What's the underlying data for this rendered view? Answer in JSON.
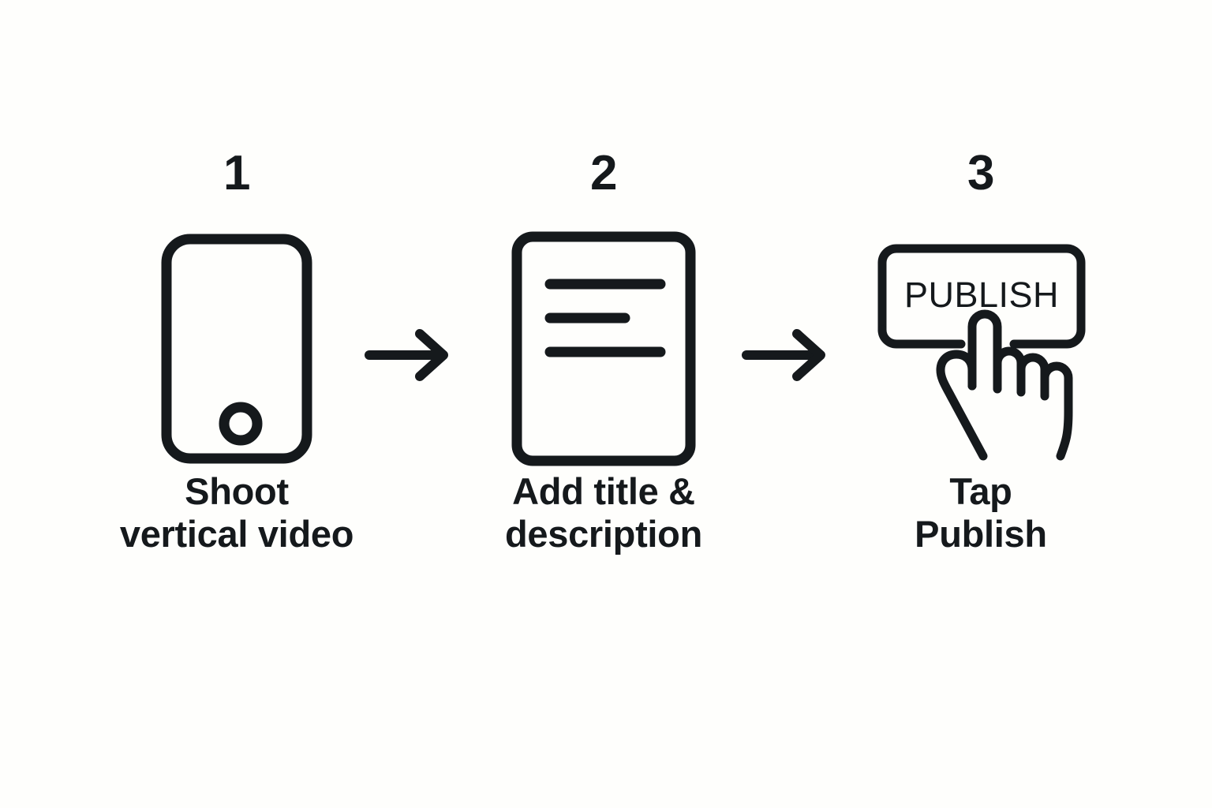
{
  "page": {
    "title": "Shoot vertical video, add title & description, tap Publish",
    "background_color": "#FEFEFC",
    "ink_color": "#15191C"
  },
  "steps": [
    {
      "number": "1",
      "icon": "phone-vertical-video-icon",
      "caption": "Shoot\nvertical video",
      "caption_lines": [
        "Shoot",
        "vertical video"
      ]
    },
    {
      "number": "2",
      "icon": "document-lines-icon",
      "caption": "Add title &\ndescription",
      "caption_lines": [
        "Add title &",
        "description"
      ]
    },
    {
      "number": "3",
      "icon": "publish-button-tap-icon",
      "caption": "Tap\nPublish",
      "caption_lines": [
        "Tap",
        "Publish"
      ]
    }
  ],
  "connectors": [
    {
      "name": "arrow-step1-to-step2",
      "glyph": "arrow-right-icon"
    },
    {
      "name": "arrow-step2-to-step3",
      "glyph": "arrow-right-icon"
    }
  ],
  "publish_button": {
    "label": "PUBLISH"
  }
}
